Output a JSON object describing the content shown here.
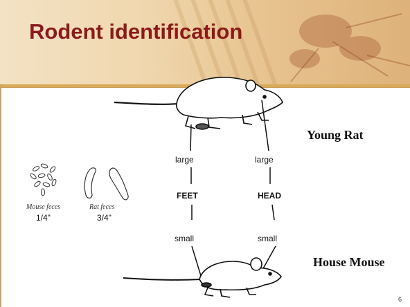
{
  "slide": {
    "title": "Rodent identification",
    "page_number": "6"
  },
  "labels": {
    "young_rat": "Young Rat",
    "house_mouse": "House Mouse",
    "feet": "FEET",
    "head": "HEAD",
    "feet_large": "large",
    "head_large": "large",
    "feet_small": "small",
    "head_small": "small"
  },
  "feces": {
    "mouse_caption": "Mouse feces",
    "mouse_size": "1/4\"",
    "rat_caption": "Rat feces",
    "rat_size": "3/4\""
  },
  "colors": {
    "title": "#8b1a1a",
    "header_bg": "#f0d7ae",
    "divider": "#d8aa5a"
  }
}
